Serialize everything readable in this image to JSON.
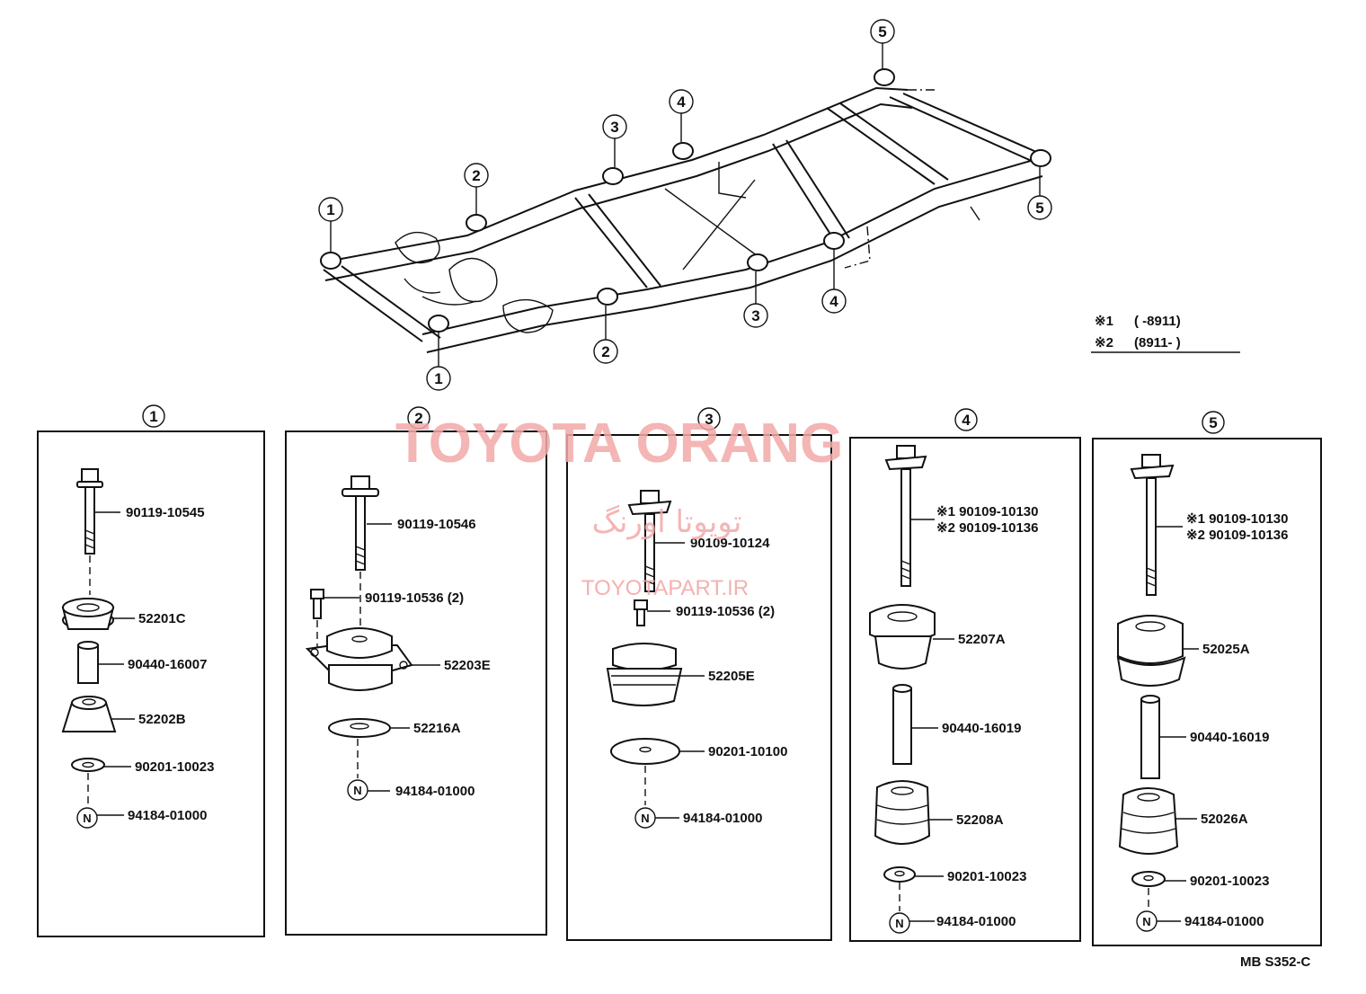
{
  "watermark": {
    "brand": "TOYOTA ORANG",
    "brand_fa": "تویوتا اورنگ",
    "site": "TOYOTAPART.IR"
  },
  "note": {
    "line1_mark": "※1",
    "line1_text": "(       -8911)",
    "line2_mark": "※2",
    "line2_text": "(8911-        )"
  },
  "diagram_code": "MB S352-C",
  "frame_callouts": [
    "1",
    "2",
    "3",
    "4",
    "5"
  ],
  "groups": [
    {
      "number": "1",
      "parts": [
        {
          "label": "90119-10545"
        },
        {
          "label": "52201C"
        },
        {
          "label": "90440-16007"
        },
        {
          "label": "52202B"
        },
        {
          "label": "90201-10023"
        },
        {
          "label": "94184-01000",
          "nut_mark": "N"
        }
      ]
    },
    {
      "number": "2",
      "parts": [
        {
          "label": "90119-10546"
        },
        {
          "label": "90119-10536 (2)"
        },
        {
          "label": "52203E"
        },
        {
          "label": "52216A"
        },
        {
          "label": "94184-01000",
          "nut_mark": "N"
        }
      ]
    },
    {
      "number": "3",
      "parts": [
        {
          "label": "90109-10124"
        },
        {
          "label": "90119-10536 (2)"
        },
        {
          "label": "52205E"
        },
        {
          "label": "90201-10100"
        },
        {
          "label": "94184-01000",
          "nut_mark": "N"
        }
      ]
    },
    {
      "number": "4",
      "parts": [
        {
          "label": "※1 90109-10130"
        },
        {
          "label": "※2 90109-10136"
        },
        {
          "label": "52207A"
        },
        {
          "label": "90440-16019"
        },
        {
          "label": "52208A"
        },
        {
          "label": "90201-10023"
        },
        {
          "label": "94184-01000",
          "nut_mark": "N"
        }
      ]
    },
    {
      "number": "5",
      "parts": [
        {
          "label": "※1 90109-10130"
        },
        {
          "label": "※2 90109-10136"
        },
        {
          "label": "52025A"
        },
        {
          "label": "90440-16019"
        },
        {
          "label": "52026A"
        },
        {
          "label": "90201-10023"
        },
        {
          "label": "94184-01000",
          "nut_mark": "N"
        }
      ]
    }
  ]
}
